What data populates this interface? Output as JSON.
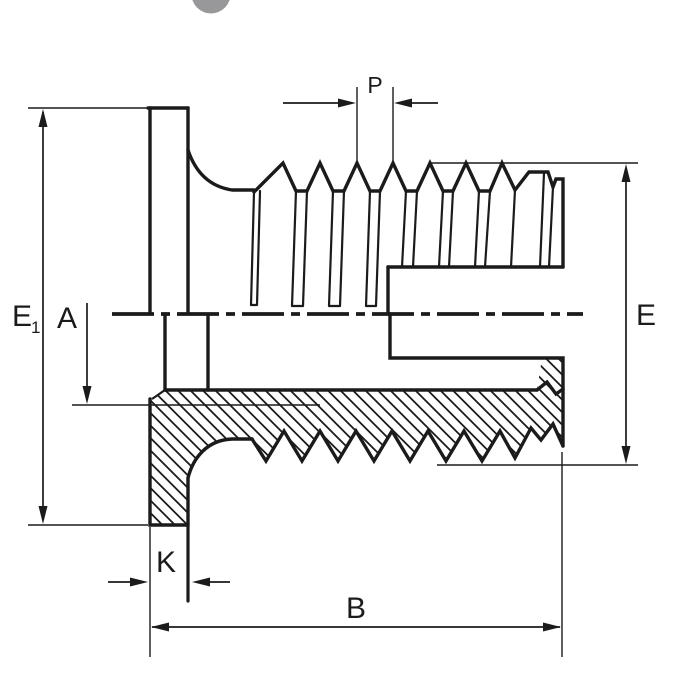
{
  "page": {
    "background_color": "#ffffff",
    "ink_color": "#1b1b1b",
    "top_circle_color": "#98989a"
  },
  "figure": {
    "kind": "technical cross-section drawing of a flanged threaded insert",
    "labels": {
      "p": "P",
      "e1_main": "E",
      "e1_sub": "1",
      "a": "A",
      "e": "E",
      "k": "K",
      "b": "B"
    }
  }
}
